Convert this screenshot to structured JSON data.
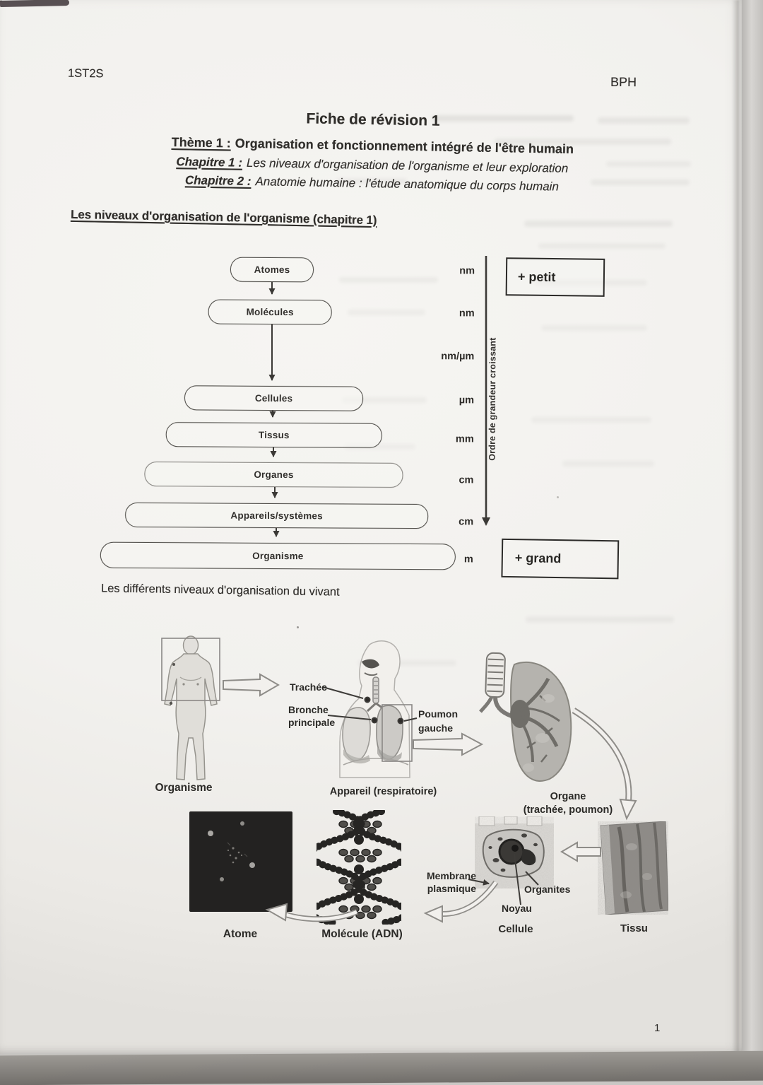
{
  "meta": {
    "class_label": "1ST2S",
    "course_label": "BPH",
    "page_number": "1"
  },
  "header": {
    "title": "Fiche de révision 1",
    "theme_label": "Thème 1 :",
    "theme_text": "Organisation et fonctionnement intégré de l'être humain",
    "chapter1_label": "Chapitre 1 :",
    "chapter1_text": "Les niveaux d'organisation de l'organisme et leur exploration",
    "chapter2_label": "Chapitre 2 :",
    "chapter2_text": "Anatomie humaine : l'étude anatomique du corps humain"
  },
  "section_heading": "Les niveaux d'organisation de l'organisme (chapitre 1)",
  "pyramid": {
    "levels": [
      "Atomes",
      "Molécules",
      "Cellules",
      "Tissus",
      "Organes",
      "Appareils/systèmes",
      "Organisme"
    ],
    "scales": [
      "nm",
      "nm",
      "nm/µm",
      "µm",
      "mm",
      "cm",
      "cm",
      "m"
    ],
    "axis_label": "Ordre de grandeur croissant",
    "smallest_label": "+ petit",
    "largest_label": "+ grand",
    "caption": "Les différents niveaux d'organisation du vivant"
  },
  "figure": {
    "organisme_caption": "Organisme",
    "appareil_caption": "Appareil (respiratoire)",
    "organe_caption_line1": "Organe",
    "organe_caption_line2": "(trachée, poumon)",
    "trachee_label": "Trachée",
    "bronche_label_line1": "Bronche",
    "bronche_label_line2": "principale",
    "poumon_label_line1": "Poumon",
    "poumon_label_line2": "gauche",
    "membrane_label_line1": "Membrane",
    "membrane_label_line2": "plasmique",
    "organites_label": "Organites",
    "noyau_label": "Noyau",
    "cellule_caption": "Cellule",
    "tissu_caption": "Tissu",
    "atome_caption": "Atome",
    "molecule_caption": "Molécule (ADN)"
  },
  "colors": {
    "paper": "#f3f2ef",
    "ink": "#2f2d2a",
    "photo_background": "#9c9994"
  }
}
